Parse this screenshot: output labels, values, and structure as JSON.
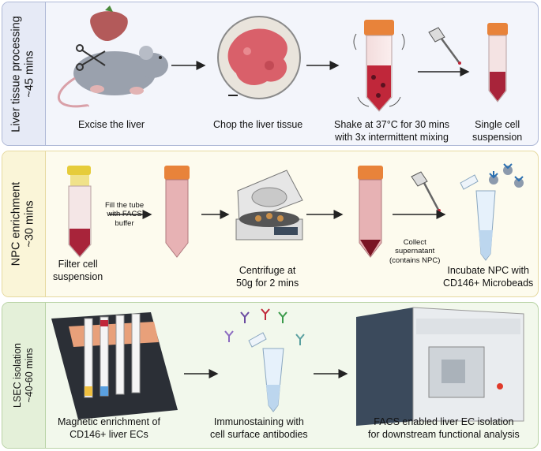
{
  "panels": [
    {
      "title_line1": "Liver tissue processing",
      "title_line2": "~45 mins",
      "steps": [
        {
          "caption_line1": "Excise the liver"
        },
        {
          "caption_line1": "Chop the liver tissue"
        },
        {
          "caption_line1": "Shake at 37°C for 30 mins",
          "caption_line2": "with 3x intermittent mixing"
        },
        {
          "caption_line1": "Single cell",
          "caption_line2": "suspension"
        }
      ]
    },
    {
      "title_line1": "NPC enrichment",
      "title_line2": "~30 mins",
      "steps": [
        {
          "caption_line1": "Filter cell",
          "caption_line2": "suspension"
        },
        {
          "arrow_label_line1": "Fill the tube",
          "arrow_label_line2": "with FACS",
          "arrow_label_line3": "buffer"
        },
        {
          "caption_line1": "Centrifuge at",
          "caption_line2": "50g for 2 mins"
        },
        {
          "arrow_label_line1": "Collect",
          "arrow_label_line2": "supernatant",
          "arrow_label_line3": "(contains NPC)"
        },
        {
          "caption_line1": "Incubate NPC with",
          "caption_line2": "CD146+ Microbeads"
        }
      ]
    },
    {
      "title_line1": "LSEC isolation",
      "title_line2": "~40-60 mins",
      "steps": [
        {
          "caption_line1": "Magnetic enrichment of",
          "caption_line2": "CD146+ liver ECs"
        },
        {
          "caption_line1": "Immunostaining with",
          "caption_line2": "cell surface antibodies"
        },
        {
          "caption_line1": "FACS enabled liver EC isolation",
          "caption_line2": "for downstream functional analysis"
        }
      ]
    }
  ],
  "colors": {
    "panel1_border": "#aeb8d6",
    "panel2_border": "#e6d9a0",
    "panel3_border": "#b9d3a6",
    "tube_cap": "#e8833a",
    "liquid_red": "#a8243a",
    "tissue_pink": "#d9606a",
    "instrument_dark": "#3b4a5c"
  }
}
